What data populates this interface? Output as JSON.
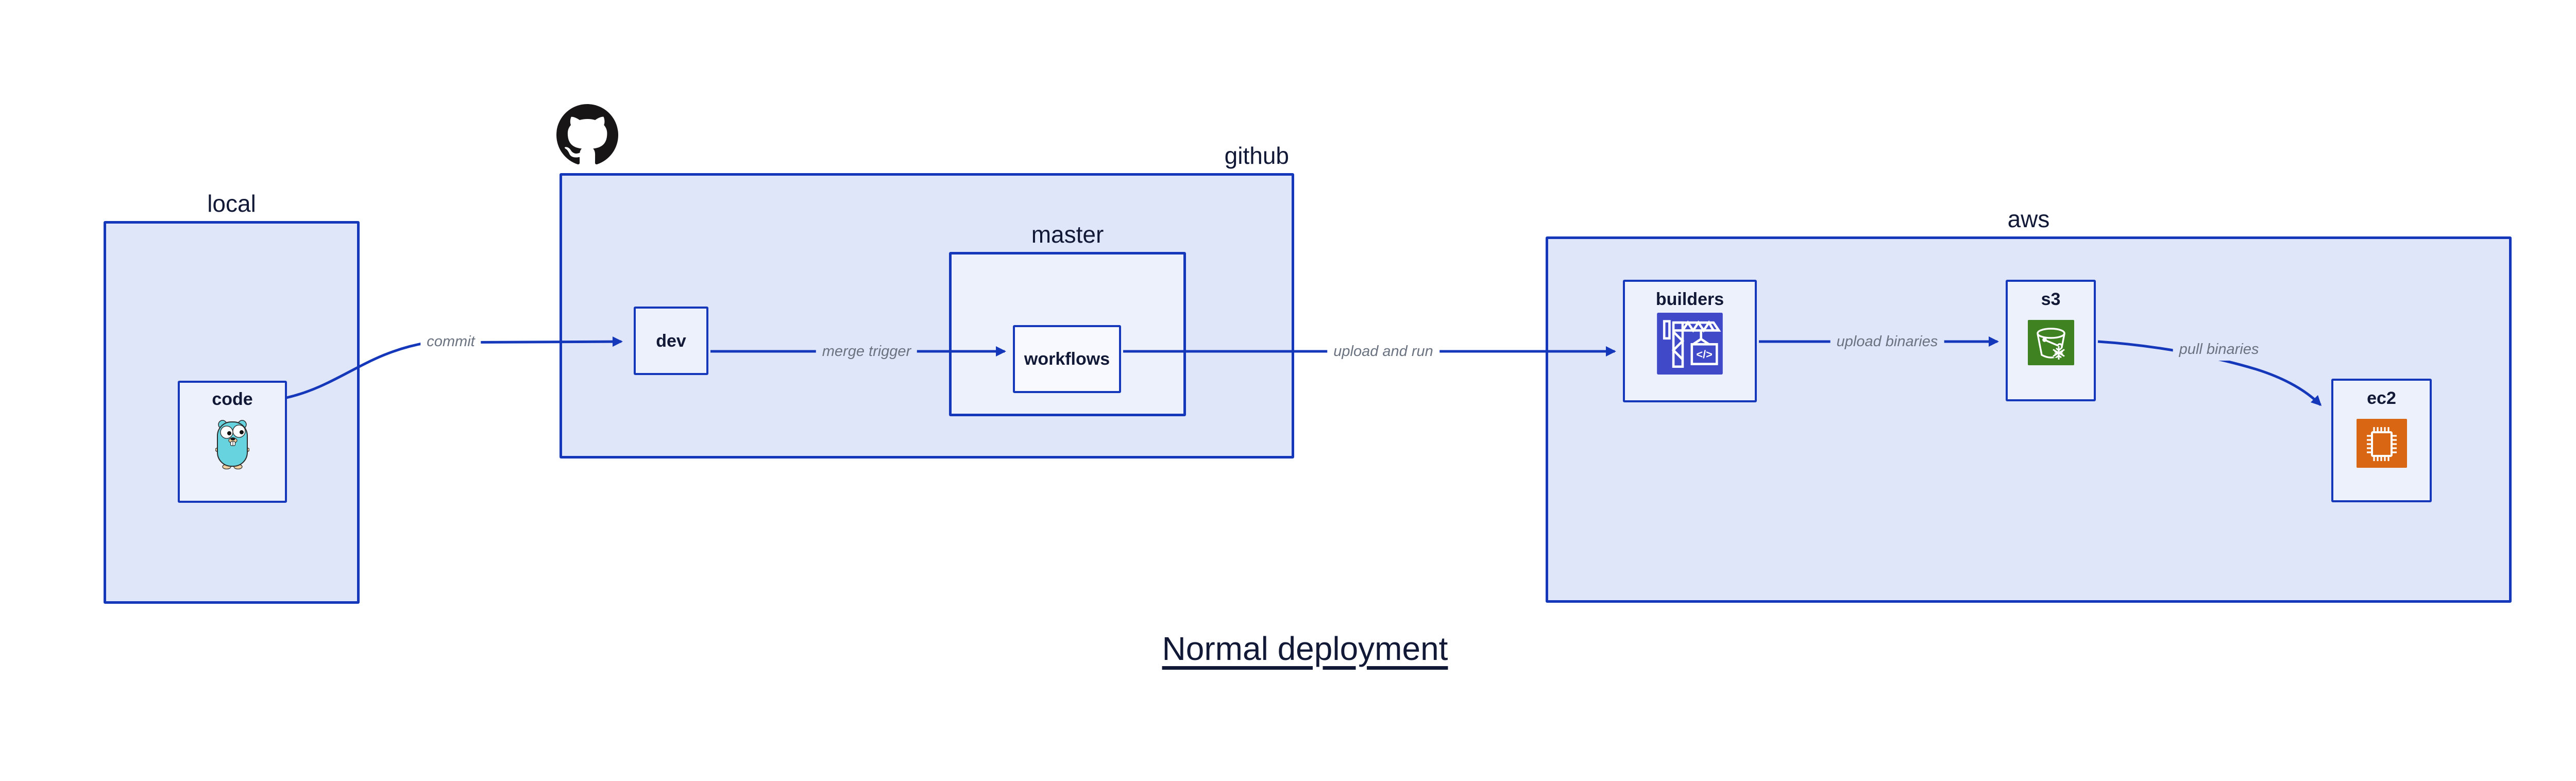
{
  "title": {
    "text": "Normal deployment"
  },
  "containers": {
    "local": {
      "label": "local"
    },
    "github": {
      "label": "github",
      "icon": "octocat-icon"
    },
    "master": {
      "label": "master"
    },
    "aws": {
      "label": "aws"
    }
  },
  "nodes": {
    "code": {
      "label": "code",
      "icon": "gopher-icon"
    },
    "dev": {
      "label": "dev"
    },
    "workflows": {
      "label": "workflows"
    },
    "builders": {
      "label": "builders",
      "icon": "codebuild-crane-icon"
    },
    "s3": {
      "label": "s3",
      "icon": "s3-glacier-bucket-icon"
    },
    "ec2": {
      "label": "ec2",
      "icon": "ec2-chip-icon"
    }
  },
  "edges": {
    "commit": {
      "label": "commit"
    },
    "merge_trigger": {
      "label": "merge trigger"
    },
    "upload_and_run": {
      "label": "upload and run"
    },
    "upload_binaries": {
      "label": "upload binaries"
    },
    "pull_binaries": {
      "label": "pull binaries"
    }
  },
  "icons": {
    "codebuild_glyph": "</>"
  },
  "colors": {
    "edge_and_border_blue": "#1538ba",
    "label_navy": "#111936",
    "edge_label_gray": "#6b7280",
    "container_fill": "#e0e6f9",
    "node_fill": "#edf1fc",
    "inner_node_fill": "#f7f9fe",
    "octocat_black": "#171515",
    "gopher_teal": "#67d3de",
    "gopher_paw_tan": "#f3cf9f",
    "codebuild_purple": "#4049c8",
    "s3_green": "#3e8222",
    "ec2_orange": "#d86613"
  }
}
